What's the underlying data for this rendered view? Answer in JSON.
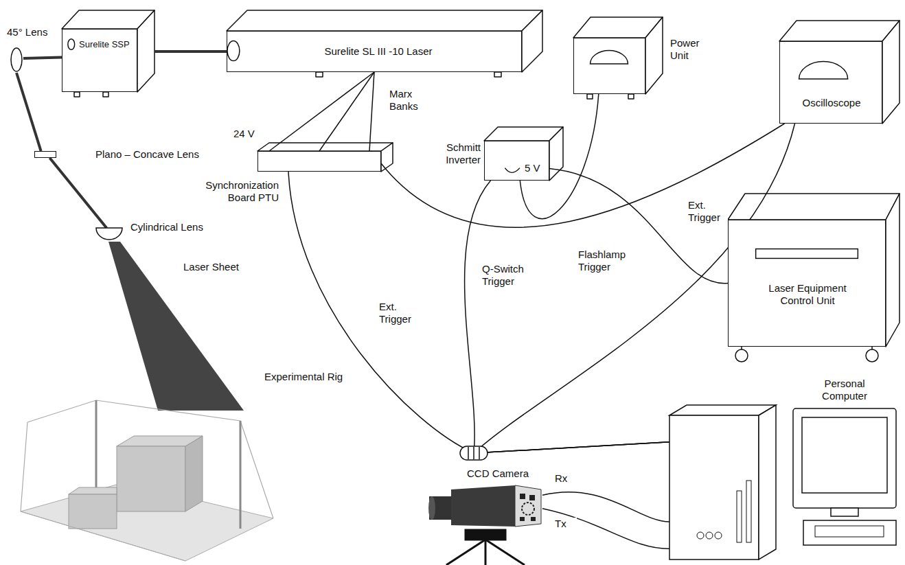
{
  "diagram": {
    "nodes": [
      {
        "text": [
          "Surelite SSP"
        ]
      },
      {
        "text": [
          "Surelite SL III -10 Laser"
        ]
      },
      {
        "text": [
          "Power Unit"
        ]
      },
      {
        "text": [
          "Oscilloscope"
        ]
      },
      {
        "text": [
          "45° Lens"
        ]
      },
      {
        "text": [
          "Plano – Concave Lens"
        ]
      },
      {
        "text": [
          "Synchronization Board PTU"
        ]
      },
      {
        "text": [
          "Schmitt Inverter",
          "5 V"
        ]
      },
      {
        "text": [
          "Cylindrical Lens"
        ]
      },
      {
        "text": [
          "Laser Equipment Control Unit"
        ]
      },
      {
        "text": [
          "Experimental Rig"
        ]
      },
      {
        "text": [
          "CCD Camera"
        ]
      },
      {
        "text": [
          "Personal Computer"
        ]
      }
    ],
    "edges": [
      {
        "from": 4,
        "to": 0,
        "arrow": "none"
      },
      {
        "from": 0,
        "to": 1,
        "arrow": "none"
      },
      {
        "from": 4,
        "to": 5,
        "arrow": "none"
      },
      {
        "from": 5,
        "to": 8,
        "arrow": "none"
      },
      {
        "from": 1,
        "to": 6,
        "arrow": "none"
      },
      {
        "from": 6,
        "to": 3,
        "arrow": "none"
      },
      {
        "from": 7,
        "to": 2,
        "arrow": "none"
      },
      {
        "from": 7,
        "to": 9,
        "label": "Flashlamp Trigger",
        "arrow": "none"
      },
      {
        "from": 6,
        "to": 12,
        "label": "Ext. Trigger",
        "arrow": "none"
      },
      {
        "from": 7,
        "to": 12,
        "label": "Q-Switch Trigger",
        "arrow": "none"
      },
      {
        "from": 3,
        "to": 12,
        "arrow": "none"
      },
      {
        "from": 11,
        "to": 12,
        "label": "Rx",
        "arrow": "none"
      },
      {
        "from": 11,
        "to": 12,
        "label": "Tx",
        "arrow": "none"
      }
    ],
    "labels": [
      "24 V",
      "Marx Banks",
      "Laser Sheet",
      "Ext. Trigger"
    ]
  }
}
